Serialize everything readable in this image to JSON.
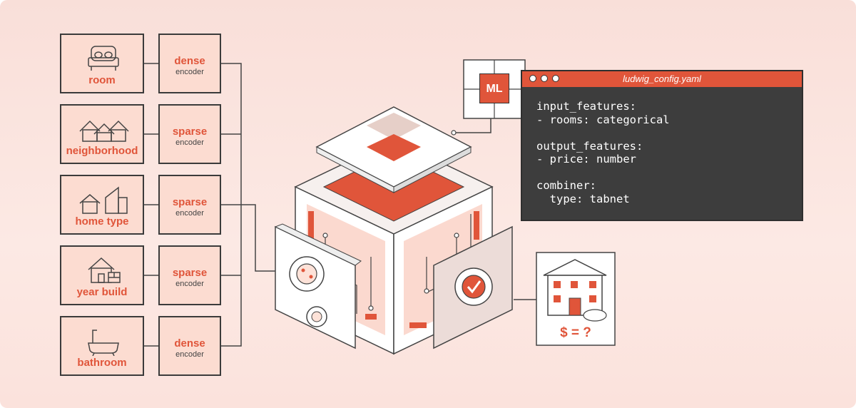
{
  "features": [
    {
      "label": "room",
      "icon": "bed-icon",
      "encoder": {
        "type": "dense",
        "sub": "encoder"
      }
    },
    {
      "label": "neighborhood",
      "icon": "houses-icon",
      "encoder": {
        "type": "sparse",
        "sub": "encoder"
      }
    },
    {
      "label": "home type",
      "icon": "home-types-icon",
      "encoder": {
        "type": "sparse",
        "sub": "encoder"
      }
    },
    {
      "label": "year build",
      "icon": "house-brick-icon",
      "encoder": {
        "type": "sparse",
        "sub": "encoder"
      }
    },
    {
      "label": "bathroom",
      "icon": "bathtub-icon",
      "encoder": {
        "type": "dense",
        "sub": "encoder"
      }
    }
  ],
  "config_window": {
    "title": "ludwig_config.yaml",
    "code": "input_features:\n- rooms: categorical\n\noutput_features:\n- price: number\n\ncombiner:\n  type: tabnet"
  },
  "ml_label": "ML",
  "output": {
    "label": "$ = ?",
    "icon": "building-icon"
  },
  "colors": {
    "accent": "#e0553a",
    "box_fill": "#fcdcd1",
    "code_bg": "#3d3d3d",
    "background": "#fbe4de"
  }
}
